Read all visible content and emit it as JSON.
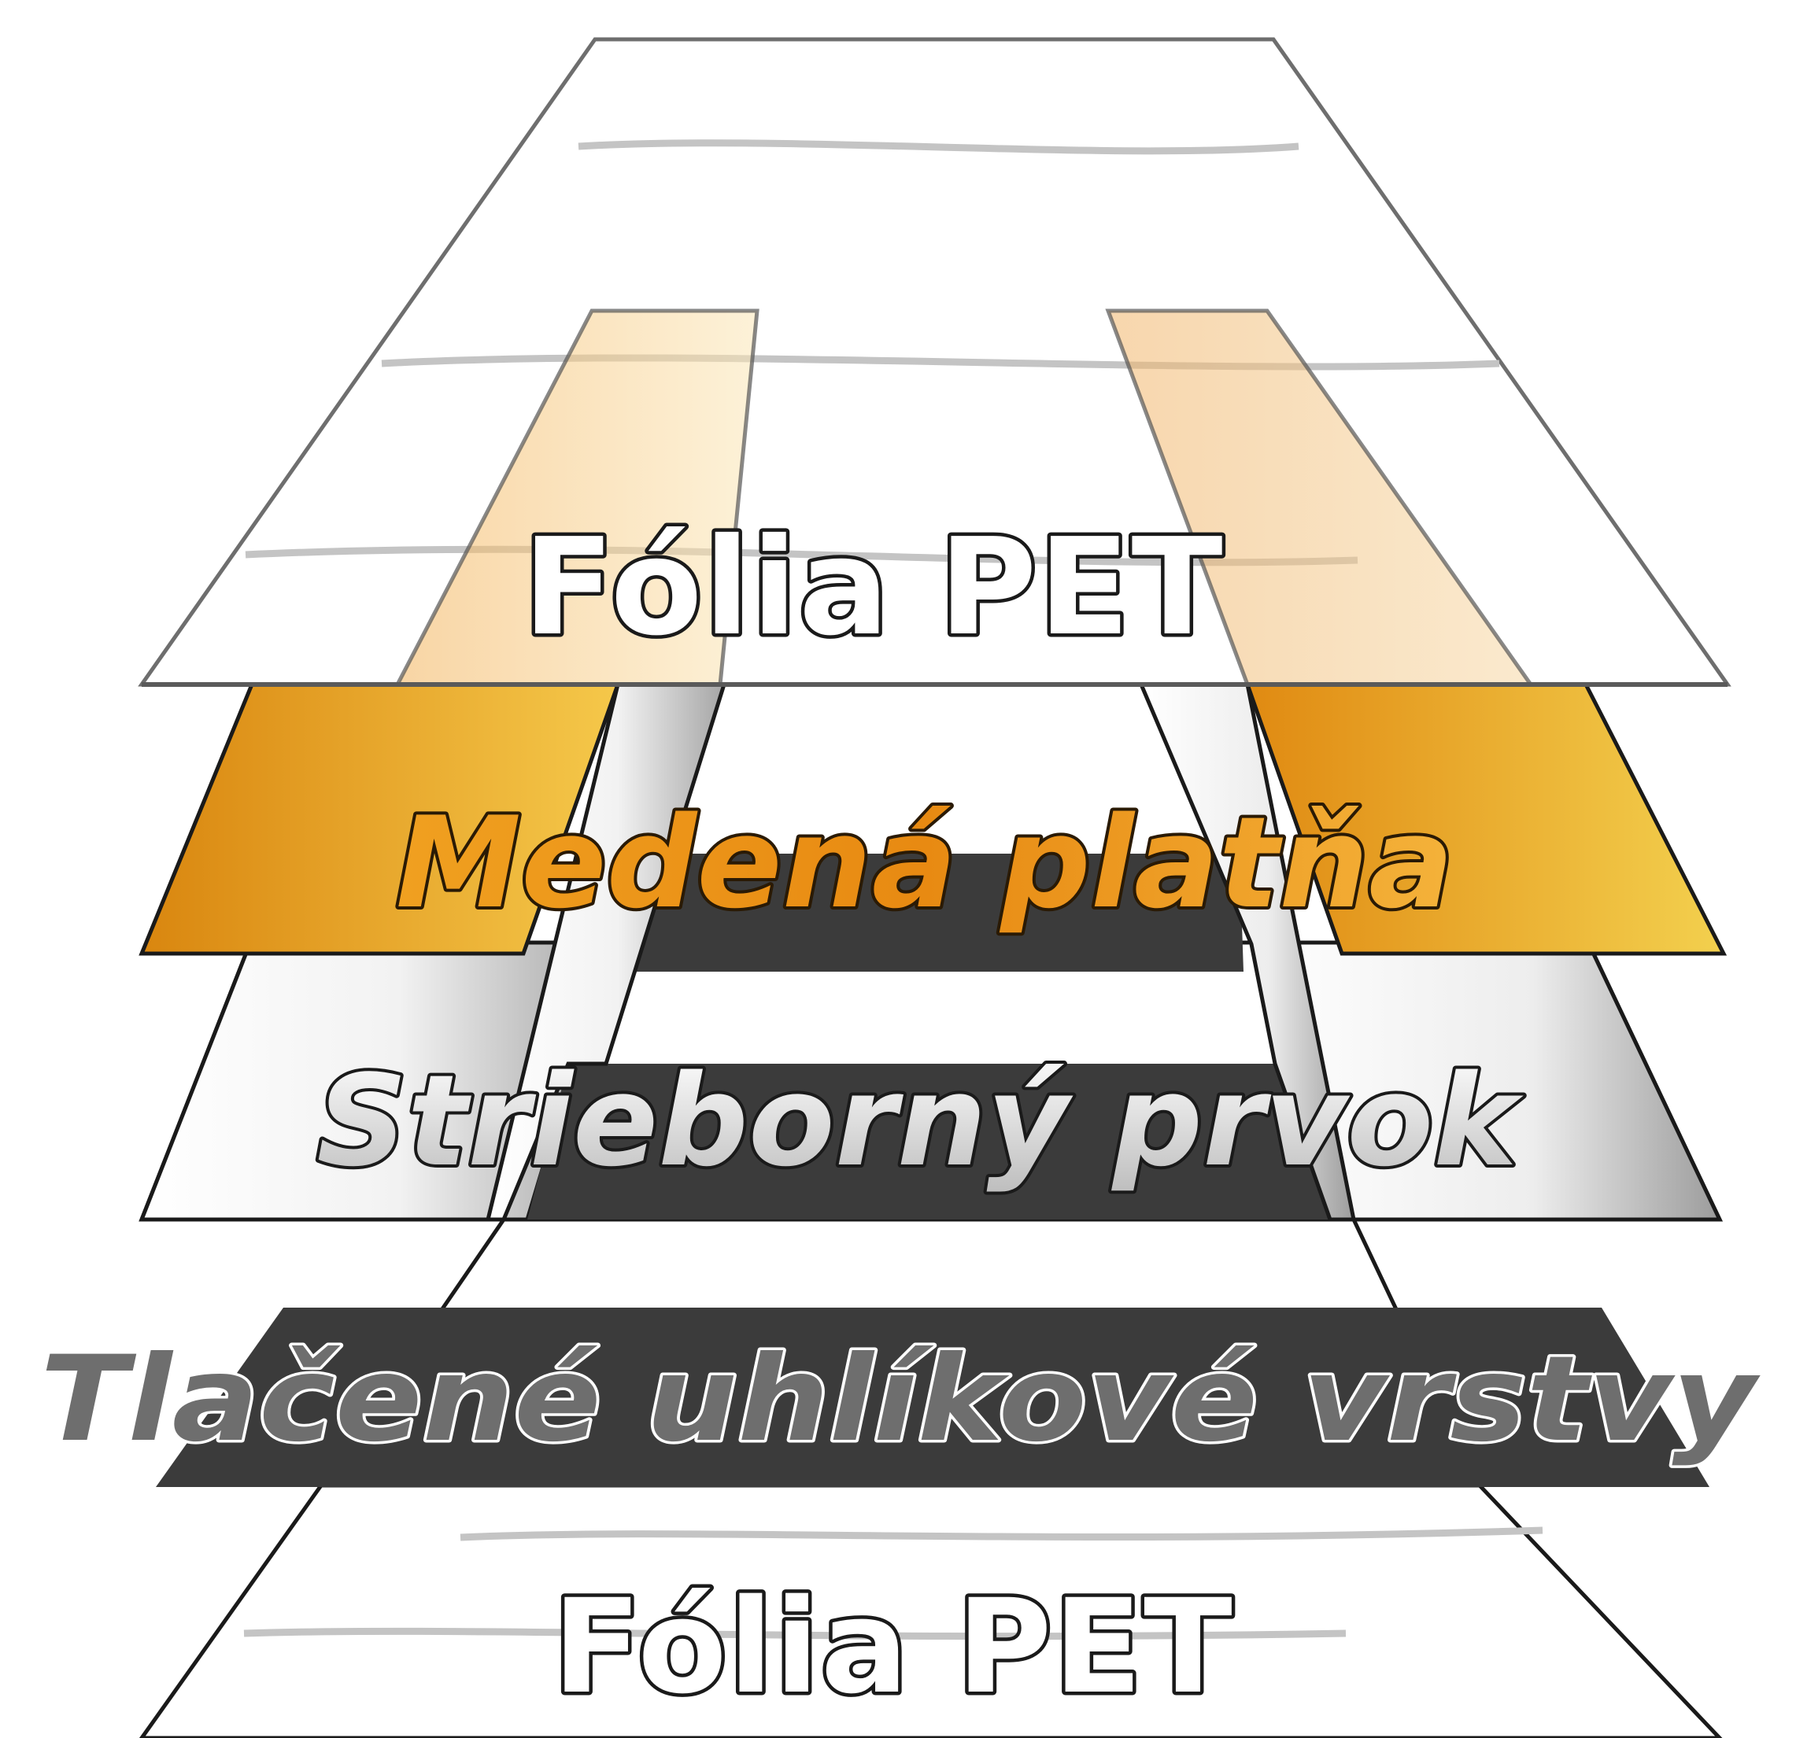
{
  "diagram": {
    "layers": [
      {
        "id": "top-pet",
        "label": "Fólia PET"
      },
      {
        "id": "copper",
        "label": "Medená platňa"
      },
      {
        "id": "silver",
        "label": "Strieborný prvok"
      },
      {
        "id": "carbon",
        "label": "Tlačené uhlíkové vrstvy"
      },
      {
        "id": "bottom-pet",
        "label": "Fólia PET"
      }
    ],
    "colors": {
      "copper_dark": "#d9860f",
      "copper_light": "#f5c84a",
      "silver_light": "#ffffff",
      "silver_dark": "#a9a9a9",
      "carbon": "#3b3b3b",
      "film_line": "#c4c4c4",
      "outline": "#1a1a1a",
      "carbon_text": "#6e6e6e"
    }
  }
}
